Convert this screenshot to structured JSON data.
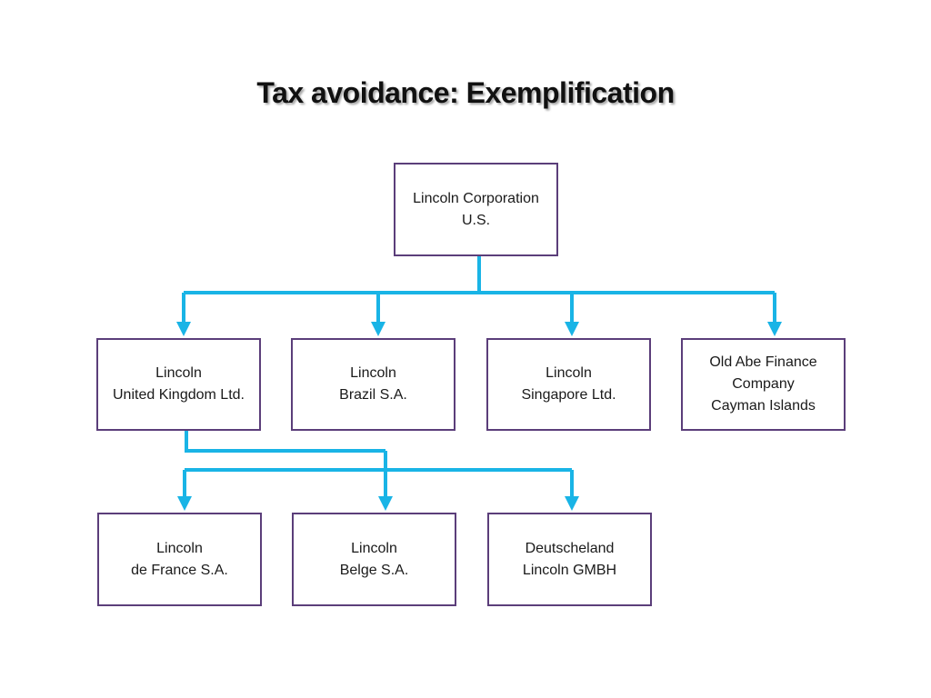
{
  "title": "Tax avoidance: Exemplification",
  "colors": {
    "connector": "#19b4e6",
    "box_border": "#5b3e7a"
  },
  "nodes": {
    "root": {
      "line1": "Lincoln Corporation",
      "line2": "U.S."
    },
    "uk": {
      "line1": "Lincoln",
      "line2": "United Kingdom Ltd."
    },
    "brazil": {
      "line1": "Lincoln",
      "line2": "Brazil S.A."
    },
    "singapore": {
      "line1": "Lincoln",
      "line2": "Singapore Ltd."
    },
    "old_abe": {
      "line1": "Old Abe Finance",
      "line2": "Company",
      "line3": "Cayman Islands"
    },
    "france": {
      "line1": "Lincoln",
      "line2": "de France S.A."
    },
    "belge": {
      "line1": "Lincoln",
      "line2": "Belge S.A."
    },
    "deutscheland": {
      "line1": "Deutscheland",
      "line2": "Lincoln GMBH"
    }
  },
  "edges": [
    {
      "from": "root",
      "to": "uk"
    },
    {
      "from": "root",
      "to": "brazil"
    },
    {
      "from": "root",
      "to": "singapore"
    },
    {
      "from": "root",
      "to": "old_abe"
    },
    {
      "from": "uk",
      "to": "france"
    },
    {
      "from": "uk",
      "to": "belge"
    },
    {
      "from": "uk",
      "to": "deutscheland"
    }
  ]
}
